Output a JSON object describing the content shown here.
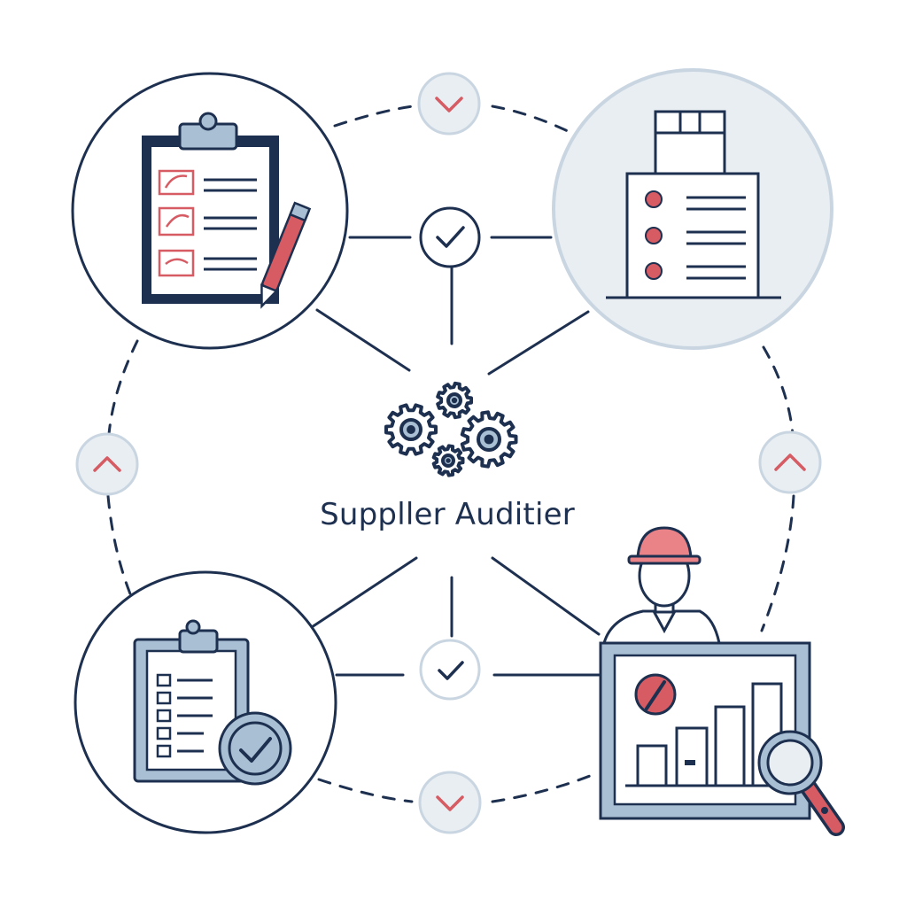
{
  "title": "Suppller Auditier",
  "colors": {
    "navy": "#1e3050",
    "accent_red": "#d65b63",
    "light_blue": "#a9bfd3",
    "pale_blue": "#e9eef3",
    "node_ring": "#c9d6e2",
    "background": "#ffffff"
  },
  "nodes": [
    {
      "id": "checklist",
      "icon": "clipboard-checklist-pen-icon"
    },
    {
      "id": "facility",
      "icon": "supplier-facility-building-icon"
    },
    {
      "id": "approved-checklist",
      "icon": "clipboard-approved-check-icon"
    },
    {
      "id": "auditor-report",
      "icon": "auditor-analytics-magnifier-icon"
    }
  ],
  "hub_icon": "gears-icon",
  "connector_badges": [
    {
      "id": "top-outer",
      "icon": "chevron-down-icon"
    },
    {
      "id": "top-inner",
      "icon": "check-icon"
    },
    {
      "id": "left",
      "icon": "chevron-up-icon"
    },
    {
      "id": "right",
      "icon": "chevron-up-icon"
    },
    {
      "id": "bottom-inner",
      "icon": "check-icon"
    },
    {
      "id": "bottom-outer",
      "icon": "chevron-down-icon"
    }
  ]
}
